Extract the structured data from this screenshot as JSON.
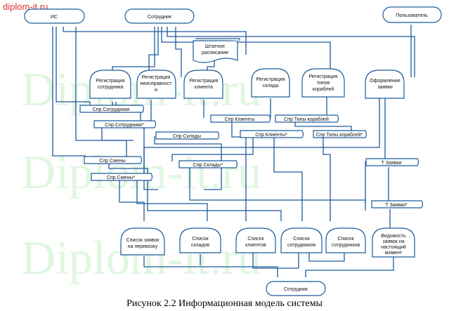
{
  "watermark": {
    "top_text": "diplom-it.ru",
    "big_text": "Diplom-it.ru"
  },
  "caption": "Рисунок 2.2 Информационная модель системы",
  "externals": {
    "is": "ИС",
    "staff_top": "Сотрудник",
    "user": "Пользователь",
    "staff_bottom": "Сотрудник"
  },
  "document": "Штатное расписание",
  "processes": {
    "reg_staff": "Регистрация сотрудника",
    "reg_fault": "Регистрация неисправност и",
    "reg_client": "Регистрация клиента",
    "reg_warehouse": "Регистрация склада",
    "reg_ship_types": "Регистрация типов кораблей",
    "make_order": "Оформление заявки"
  },
  "stores": {
    "spr_staff": "Спр Сотрудники",
    "spr_staff_star": "Спр Сотрудники*",
    "spr_clients": "Спр Клиенты",
    "spr_ship_types": "Спр Типы кораблей",
    "spr_warehouses": "Спр Склады",
    "spr_clients_star": "Спр Клиенты*",
    "spr_ship_types_star": "Спр Типы кораблей*",
    "spr_shifts": "Спр Смены",
    "spr_warehouses_star": "Спр Склады*",
    "spr_shifts_star": "Спр Смены*",
    "t_orders": "Т Заявки",
    "t_orders_star": "Т Заявки*"
  },
  "reports": {
    "list_orders": "Список заявок на перевозку",
    "list_warehouses": "Список складов",
    "list_clients": "Список клиентов",
    "list_staff_1": "Список сотрудников",
    "list_staff_2": "Список сотрудников",
    "statement": "Ведомость заявок на настоящий момент"
  }
}
